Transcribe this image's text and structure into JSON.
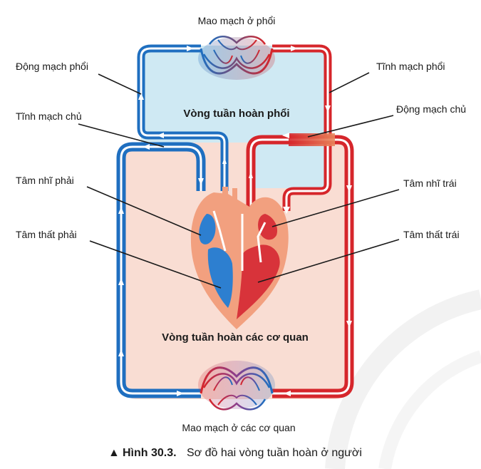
{
  "labels": {
    "lung_capillaries": "Mao mạch ở phổi",
    "pulmonary_artery": "Động mạch phổi",
    "pulmonary_vein": "Tĩnh mạch phổi",
    "vena_cava": "Tĩnh mạch chủ",
    "aorta": "Động mạch chủ",
    "right_atrium": "Tâm nhĩ phải",
    "left_atrium": "Tâm nhĩ trái",
    "right_ventricle": "Tâm thất phải",
    "left_ventricle": "Tâm thất trái",
    "organ_capillaries": "Mao mạch ở các cơ quan"
  },
  "circuits": {
    "pulmonary": "Vòng tuần hoàn phổi",
    "systemic": "Vòng tuần hoàn các cơ quan"
  },
  "caption": {
    "marker": "▲",
    "figure": "Hình 30.3.",
    "text": "Sơ đồ hai vòng tuần hoàn ở người"
  },
  "colors": {
    "deoxygenated": "#1f6fc0",
    "oxygenated": "#d6262b",
    "pulmonary_fill": "#cfe9f3",
    "systemic_fill": "#f9ddd3",
    "heart_right": "#2d7fd0",
    "heart_left": "#d8333a",
    "heart_wall": "#f2a07f"
  }
}
